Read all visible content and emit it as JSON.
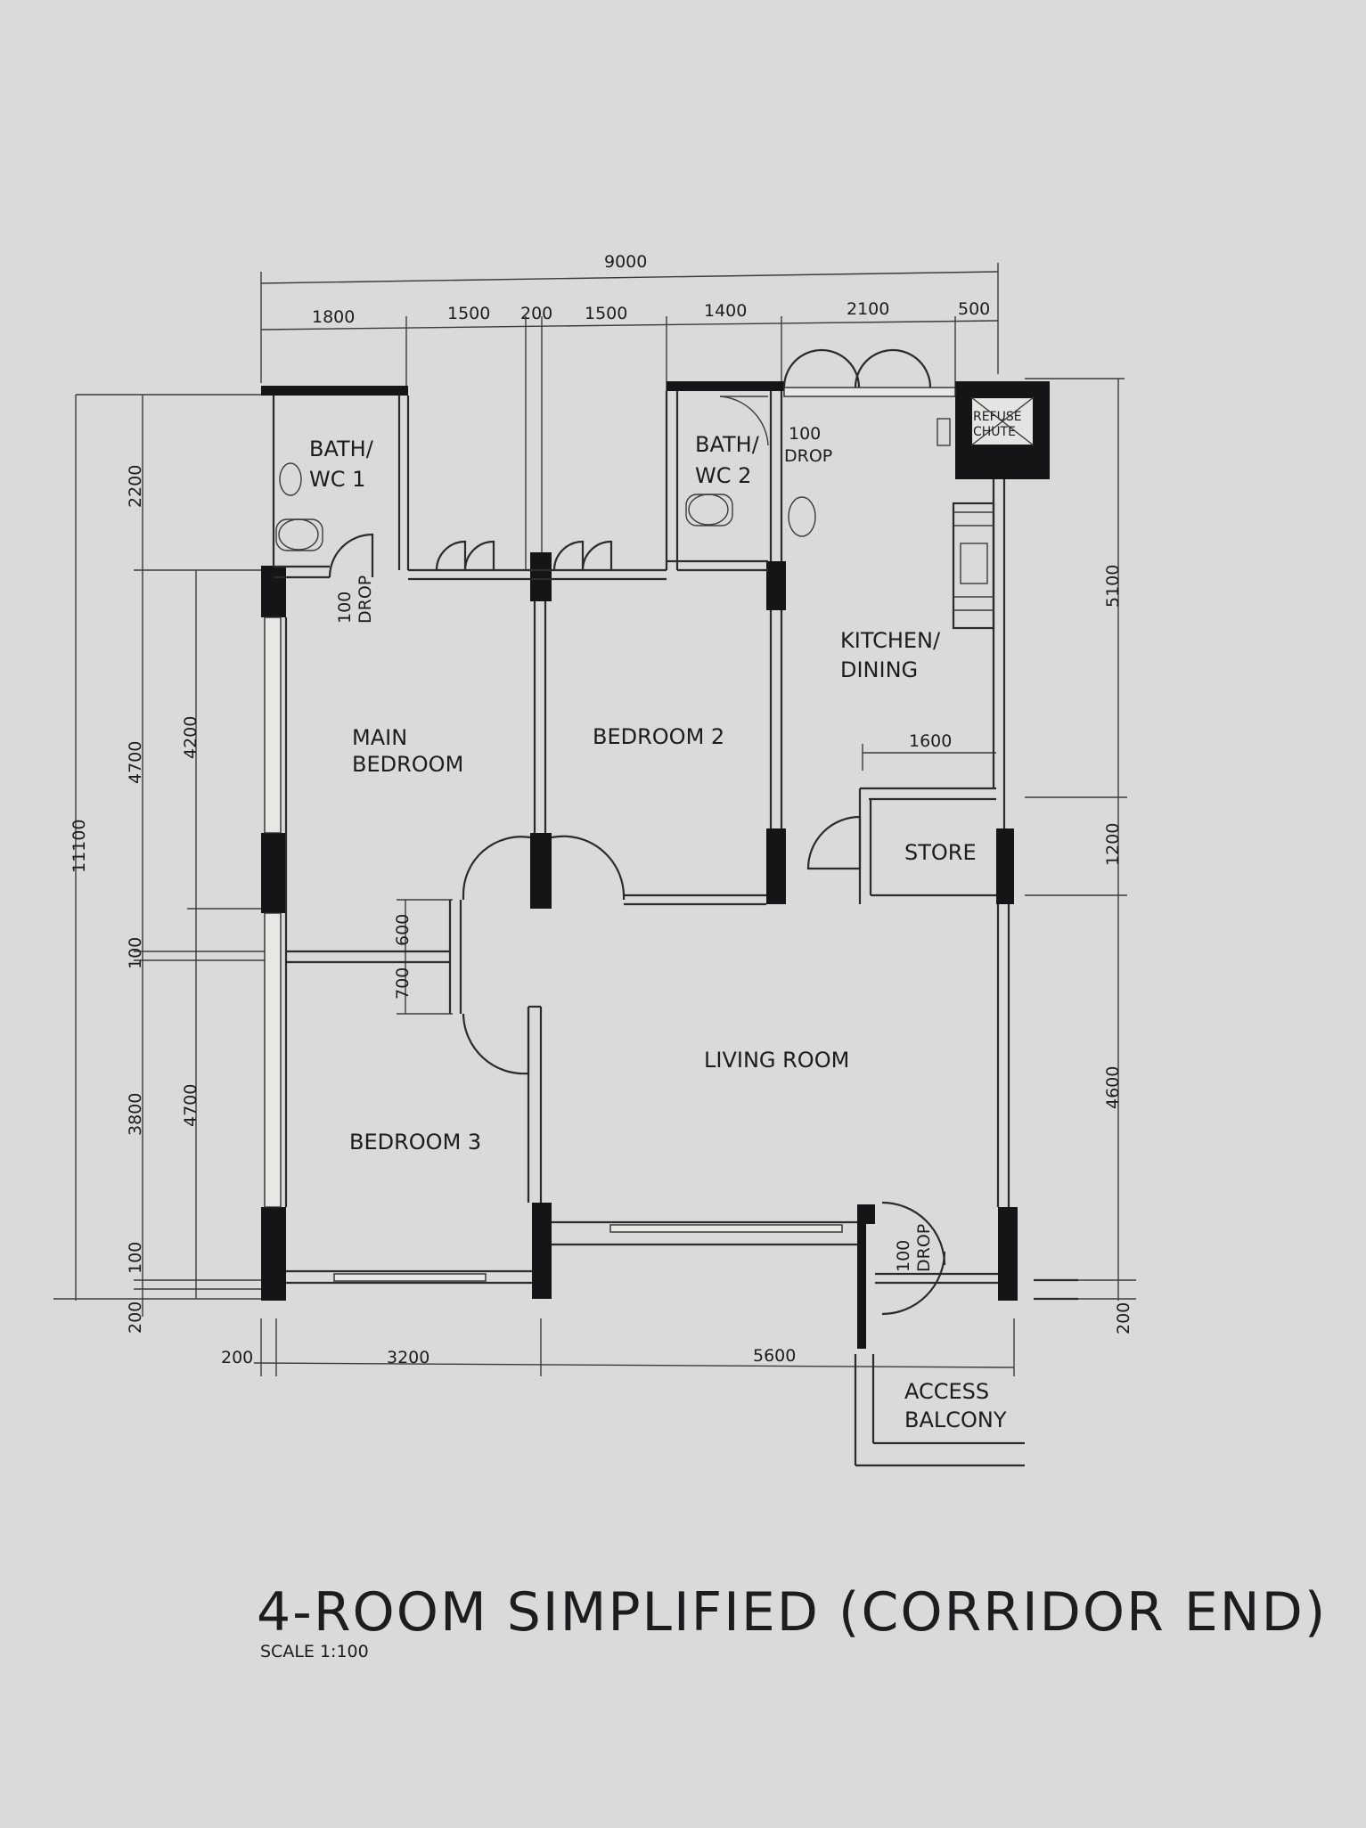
{
  "title": "4-ROOM SIMPLIFIED (CORRIDOR END)",
  "scale": "SCALE   1:100",
  "rooms": {
    "bath1_a": "BATH/",
    "bath1_b": "WC 1",
    "bath2_a": "BATH/",
    "bath2_b": "WC 2",
    "main_a": "MAIN",
    "main_b": "BEDROOM",
    "bed2": "BEDROOM 2",
    "kitchen_a": "KITCHEN/",
    "kitchen_b": "DINING",
    "store": "STORE",
    "living": "LIVING ROOM",
    "bed3": "BEDROOM 3",
    "balcony_a": "ACCESS",
    "balcony_b": "BALCONY",
    "refuse_a": "REFUSE",
    "refuse_b": "CHUTE"
  },
  "drops": {
    "d1_a": "100",
    "d1_b": "DROP",
    "d2_a": "100",
    "d2_b": "DROP",
    "d3_a": "100",
    "d3_b": "DROP"
  },
  "dims_top": {
    "overall": "9000",
    "d1": "1800",
    "d2": "1500",
    "d3": "200",
    "d4": "1500",
    "d5": "1400",
    "d6": "2100",
    "d7": "500"
  },
  "dims_bottom": {
    "d1": "200",
    "d2": "3200",
    "d3": "5600"
  },
  "dims_left": {
    "overall": "11100",
    "a1": "2200",
    "a2": "4700",
    "a3": "100",
    "a4": "3800",
    "a5": "100",
    "a6": "200",
    "b1": "4200",
    "b2": "4700",
    "c1": "600",
    "c2": "700"
  },
  "dims_right": {
    "r1": "5100",
    "r2": "1200",
    "r3": "4600",
    "r4": "200"
  },
  "dims_inner": {
    "kitchen": "1600"
  }
}
